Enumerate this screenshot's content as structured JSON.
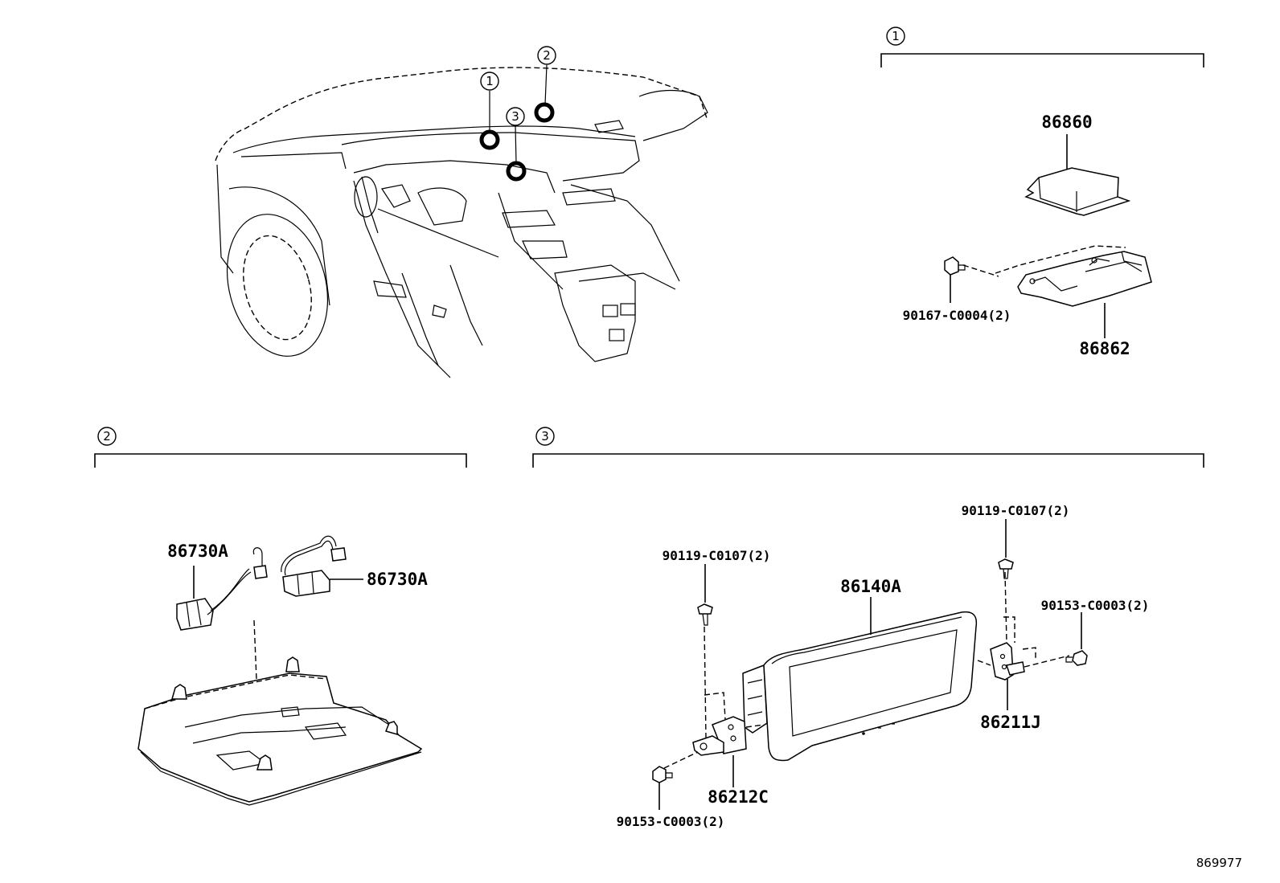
{
  "sections": [
    {
      "marker": "1",
      "parts": [
        "86860",
        "90167-C0004(2)",
        "86862"
      ]
    },
    {
      "marker": "2",
      "parts": [
        "86730A",
        "86730A"
      ]
    },
    {
      "marker": "3",
      "parts": [
        "90119-C0107(2)",
        "90119-C0107(2)",
        "86140A",
        "90153-C0003(2)",
        "86211J",
        "86212C",
        "90153-C0003(2)"
      ]
    }
  ],
  "overview_markers": [
    "1",
    "2",
    "3"
  ],
  "labels": {
    "s1_module": "86860",
    "s1_bolt": "90167-C0004(2)",
    "s1_bracket": "86862",
    "s2_wire_left": "86730A",
    "s2_wire_right": "86730A",
    "s3_screw_left_top": "90119-C0107(2)",
    "s3_screw_right_top": "90119-C0107(2)",
    "s3_display": "86140A",
    "s3_screw_right": "90153-C0003(2)",
    "s3_bracket_right": "86211J",
    "s3_bracket_left": "86212C",
    "s3_screw_left_bottom": "90153-C0003(2)"
  },
  "illustration_id": "869977"
}
